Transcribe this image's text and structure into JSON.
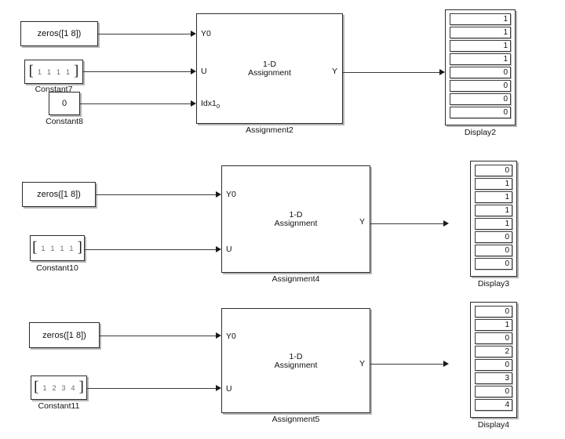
{
  "diagram": {
    "title": "Simulink 1-D Assignment block diagram",
    "background_color": "#ffffff",
    "line_color": "#3a3a3a",
    "block_border_color": "#2b2b2b"
  },
  "rows": [
    {
      "id": "row1",
      "sources": [
        {
          "name": "zeros-source-1",
          "text": "zeros([1 8])",
          "caption": ""
        },
        {
          "name": "constant7",
          "vector": [
            "1",
            "1",
            "1",
            "1"
          ],
          "caption": "Constant7"
        },
        {
          "name": "constant8",
          "text": "0",
          "caption": "Constant8"
        }
      ],
      "assignment": {
        "name": "assignment2",
        "title_line1": "1-D",
        "title_line2": "Assignment",
        "caption": "Assignment2",
        "inputs": [
          {
            "label": "Y0",
            "sub": ""
          },
          {
            "label": "U",
            "sub": ""
          },
          {
            "label": "Idx1",
            "sub": "0"
          }
        ],
        "output": {
          "label": "Y"
        }
      },
      "display": {
        "name": "display2",
        "caption": "Display2",
        "values": [
          "1",
          "1",
          "1",
          "1",
          "0",
          "0",
          "0",
          "0"
        ]
      }
    },
    {
      "id": "row2",
      "sources": [
        {
          "name": "zeros-source-2",
          "text": "zeros([1 8])",
          "caption": ""
        },
        {
          "name": "constant10",
          "vector": [
            "1",
            "1",
            "1",
            "1"
          ],
          "caption": "Constant10"
        }
      ],
      "assignment": {
        "name": "assignment4",
        "title_line1": "1-D",
        "title_line2": "Assignment",
        "caption": "Assignment4",
        "inputs": [
          {
            "label": "Y0",
            "sub": ""
          },
          {
            "label": "U",
            "sub": ""
          }
        ],
        "output": {
          "label": "Y"
        }
      },
      "display": {
        "name": "display3",
        "caption": "Display3",
        "values": [
          "0",
          "1",
          "1",
          "1",
          "1",
          "0",
          "0",
          "0"
        ]
      }
    },
    {
      "id": "row3",
      "sources": [
        {
          "name": "zeros-source-3",
          "text": "zeros([1 8])",
          "caption": ""
        },
        {
          "name": "constant11",
          "vector": [
            "1",
            "2",
            "3",
            "4"
          ],
          "caption": "Constant11"
        }
      ],
      "assignment": {
        "name": "assignment5",
        "title_line1": "1-D",
        "title_line2": "Assignment",
        "caption": "Assignment5",
        "inputs": [
          {
            "label": "Y0",
            "sub": ""
          },
          {
            "label": "U",
            "sub": ""
          }
        ],
        "output": {
          "label": "Y"
        }
      },
      "display": {
        "name": "display4",
        "caption": "Display4",
        "values": [
          "0",
          "1",
          "0",
          "2",
          "0",
          "3",
          "0",
          "4"
        ]
      }
    }
  ]
}
